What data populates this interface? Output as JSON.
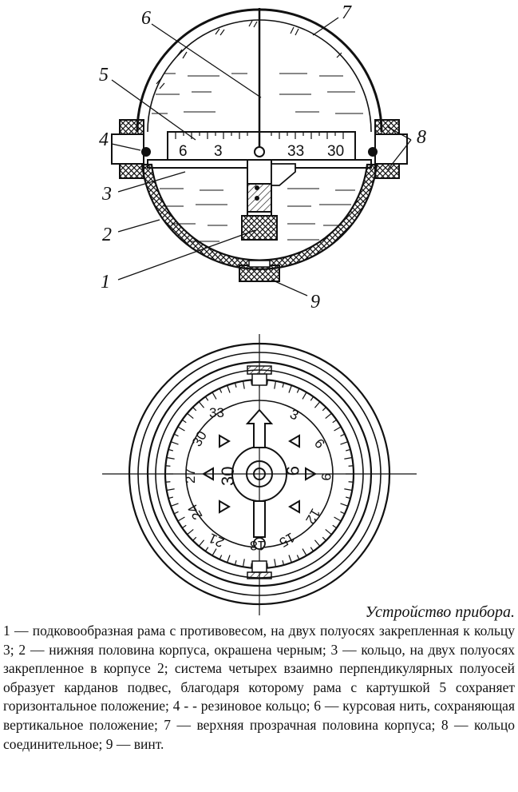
{
  "labels": {
    "n1": "1",
    "n2": "2",
    "n3": "3",
    "n4": "4",
    "n5": "5",
    "n6": "6",
    "n7": "7",
    "n8": "8",
    "n9": "9"
  },
  "card_scale": [
    "6",
    "3",
    "33",
    "30"
  ],
  "dial": {
    "n33": "33",
    "n30": "30",
    "n27": "27",
    "n24": "24",
    "n21": "21",
    "n18": "18",
    "n15": "15",
    "n12": "12",
    "n9": "9",
    "n6": "6",
    "n3": "3",
    "c30": "30",
    "c9": "9"
  },
  "caption": {
    "title": "Устройство прибора.",
    "body": "1 — подковообразная рама с противовесом, на двух полуосях закрепленная к кольцу 3; 2 — нижняя половина корпуса, окрашена черным; 3 — кольцо, на двух полуосях закрепленное в корпусе 2; система четырех взаимно перпендикулярных полуосей образует карданов подвес, благодаря которому рама с картушкой 5 сохраняет горизонтальное положение; 4 - - резиновое кольцо; 6 — курсовая нить, сохраняющая вертикальное положение; 7 — верхняя прозрачная половина корпуса; 8 — кольцо соединительное; 9 — винт."
  }
}
